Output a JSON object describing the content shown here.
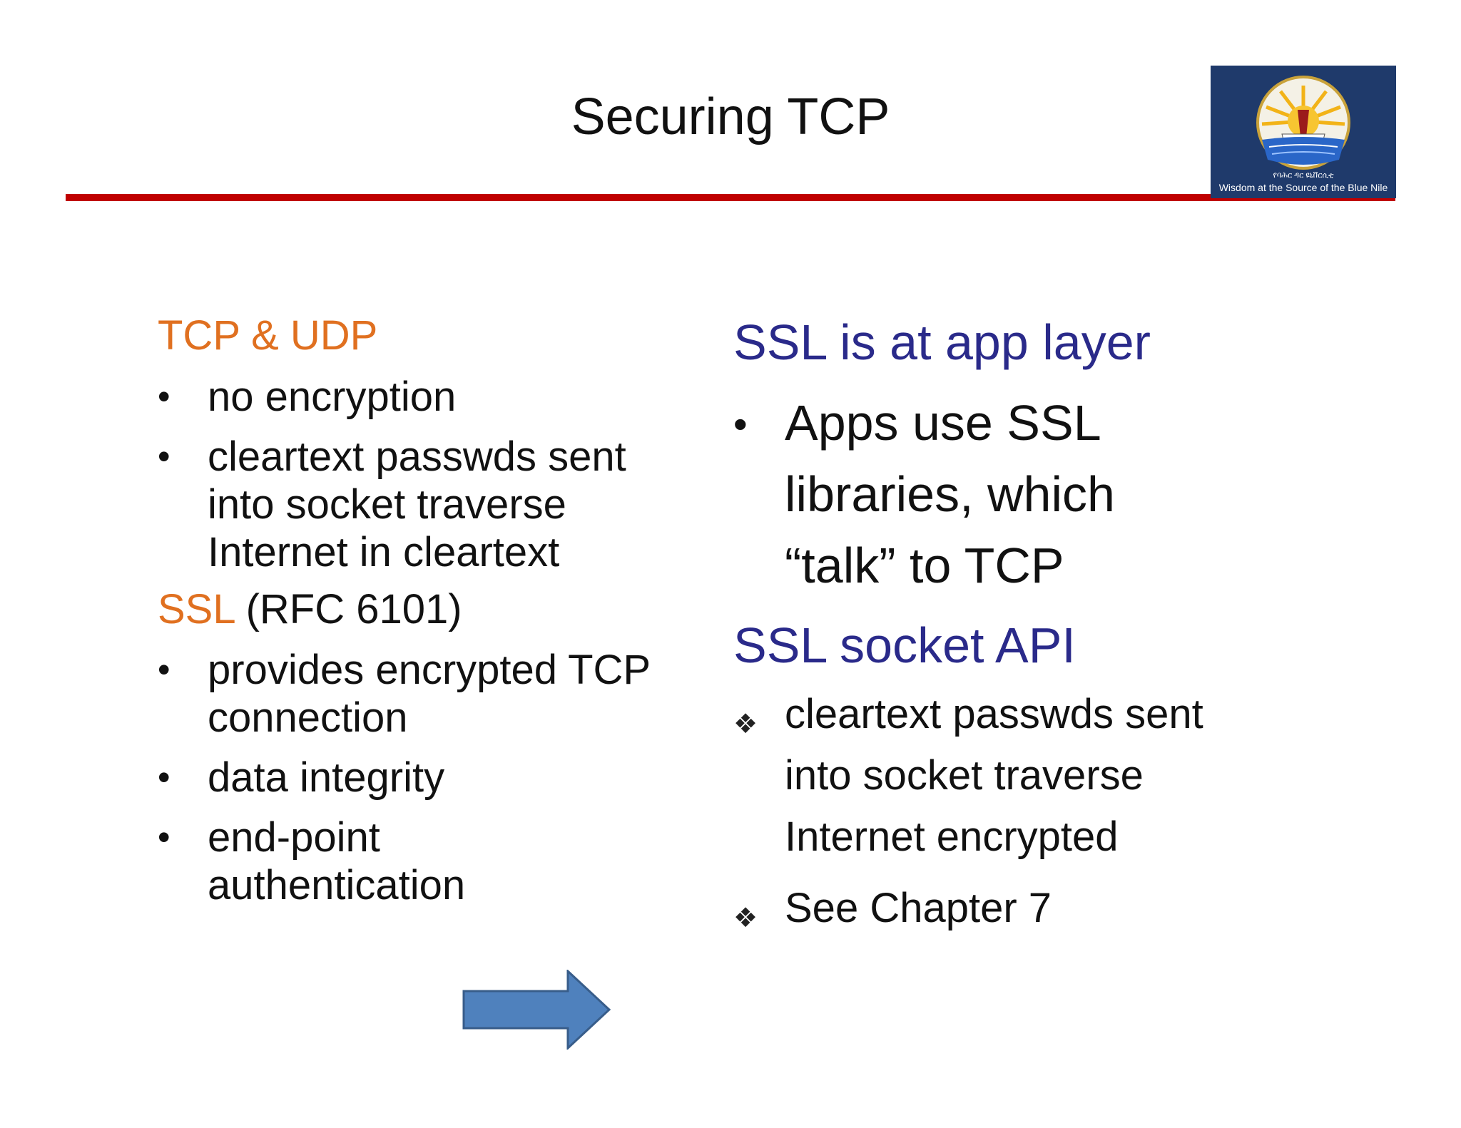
{
  "slide": {
    "title": "Securing TCP",
    "accent_color": "#c00000"
  },
  "logo": {
    "icon": "university-seal-icon",
    "caption_line1": "የባሕር ዳር ዩኒቨርሲቲ",
    "caption_line2": "Wisdom at the Source of the Blue Nile"
  },
  "left": {
    "tcp_udp": {
      "heading": "TCP & UDP",
      "items": [
        {
          "lines": [
            "no encryption"
          ]
        },
        {
          "lines": [
            "cleartext passwds sent",
            "into socket traverse",
            "Internet  in cleartext"
          ]
        }
      ]
    },
    "ssl": {
      "heading": "SSL",
      "heading_suffix": " (RFC 6101)",
      "items": [
        {
          "lines": [
            "provides encrypted TCP",
            "connection"
          ]
        },
        {
          "lines": [
            "data integrity"
          ]
        },
        {
          "lines": [
            "end-point",
            "authentication"
          ]
        }
      ]
    }
  },
  "right": {
    "app_layer": {
      "heading": "SSL is at app layer",
      "items": [
        {
          "lines": [
            "Apps use SSL",
            "libraries, which",
            "“talk” to TCP"
          ]
        }
      ]
    },
    "socket_api": {
      "heading": "SSL socket API",
      "items": [
        {
          "lines": [
            "cleartext passwds sent",
            "into socket traverse",
            "Internet  encrypted"
          ]
        },
        {
          "lines": [
            "See Chapter 7"
          ]
        }
      ]
    }
  },
  "arrow": {
    "icon": "right-arrow-icon",
    "color": "#4f81bd"
  },
  "bullets": {
    "dot": "•",
    "diamond": "❖"
  }
}
